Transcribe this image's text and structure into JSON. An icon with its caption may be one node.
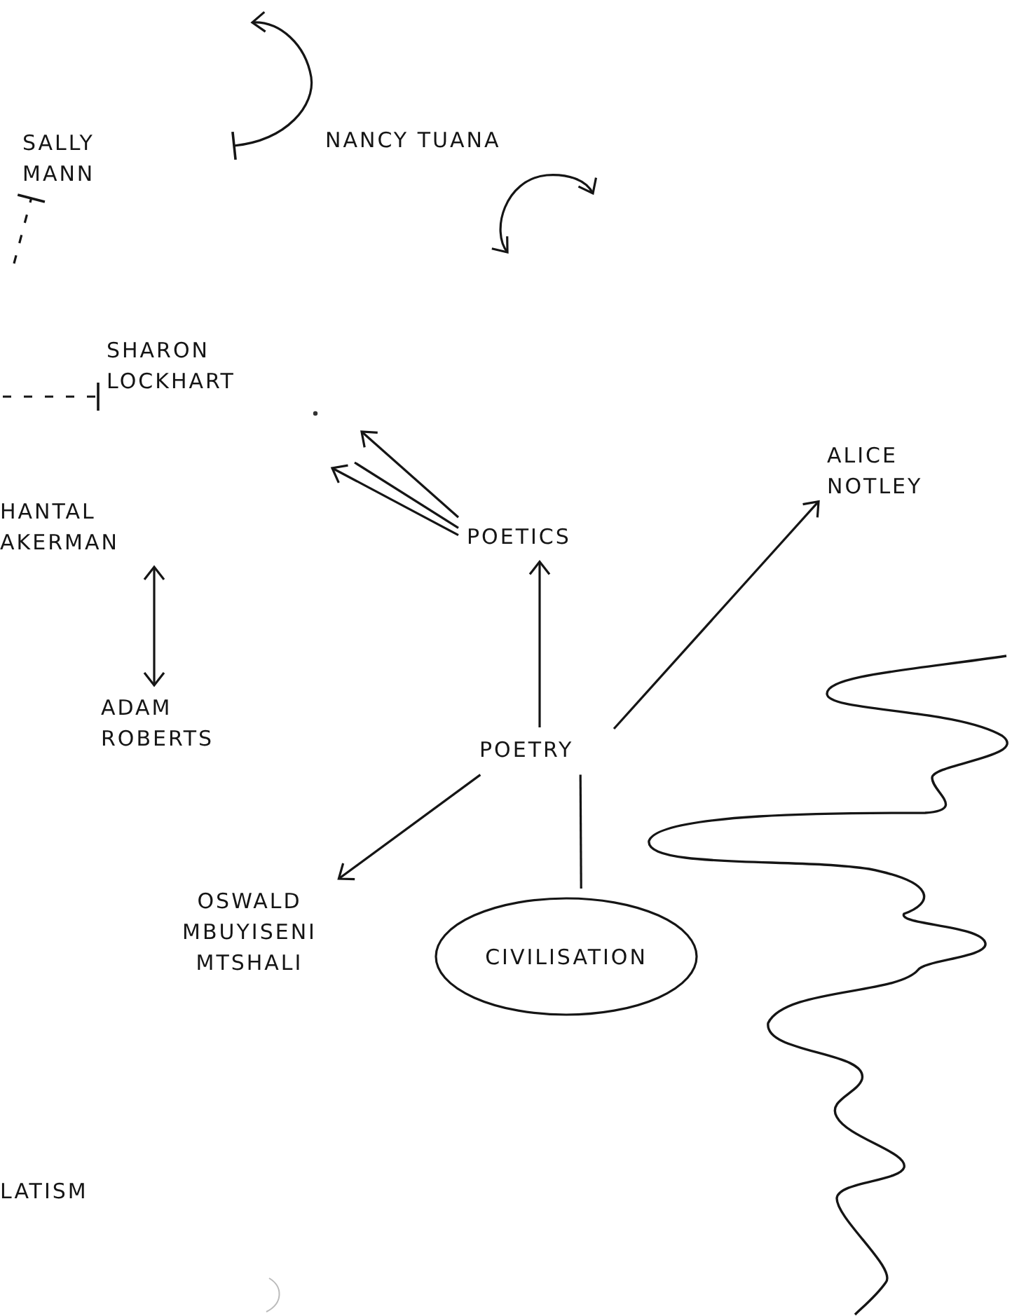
{
  "diagram": {
    "nodes": [
      {
        "text": [
          "SALLY MANN"
        ]
      },
      {
        "text": [
          "NANCY TUANA"
        ]
      },
      {
        "text": [
          "SHARON LOCKHART"
        ]
      },
      {
        "text": [
          "HANTAL AKERMAN"
        ]
      },
      {
        "text": [
          "POETICS"
        ]
      },
      {
        "text": [
          "ALICE NOTLEY"
        ]
      },
      {
        "text": [
          "ADAM ROBERTS"
        ]
      },
      {
        "text": [
          "POETRY"
        ]
      },
      {
        "text": [
          "OSWALD MBUYISENI MTSHALI"
        ]
      },
      {
        "text": [
          "CIVILISATION"
        ]
      },
      {
        "text": [
          "LATISM"
        ]
      }
    ],
    "edges": [
      {
        "from": 3,
        "to": 6,
        "arrow": "both"
      },
      {
        "from": 7,
        "to": 4,
        "arrow": "to"
      },
      {
        "from": 7,
        "to": 5,
        "arrow": "to"
      },
      {
        "from": 7,
        "to": 8,
        "arrow": "to"
      },
      {
        "from": 7,
        "to": 9,
        "arrow": "none"
      },
      {
        "from": 4,
        "to": null,
        "arrow": "to"
      },
      {
        "from": 4,
        "to": null,
        "arrow": "none"
      },
      {
        "from": 4,
        "to": null,
        "arrow": "to"
      },
      {
        "from": null,
        "to": 2,
        "arrow": "other",
        "style": "dashed"
      },
      {
        "from": null,
        "to": 0,
        "arrow": "other",
        "style": "dashed"
      }
    ]
  }
}
